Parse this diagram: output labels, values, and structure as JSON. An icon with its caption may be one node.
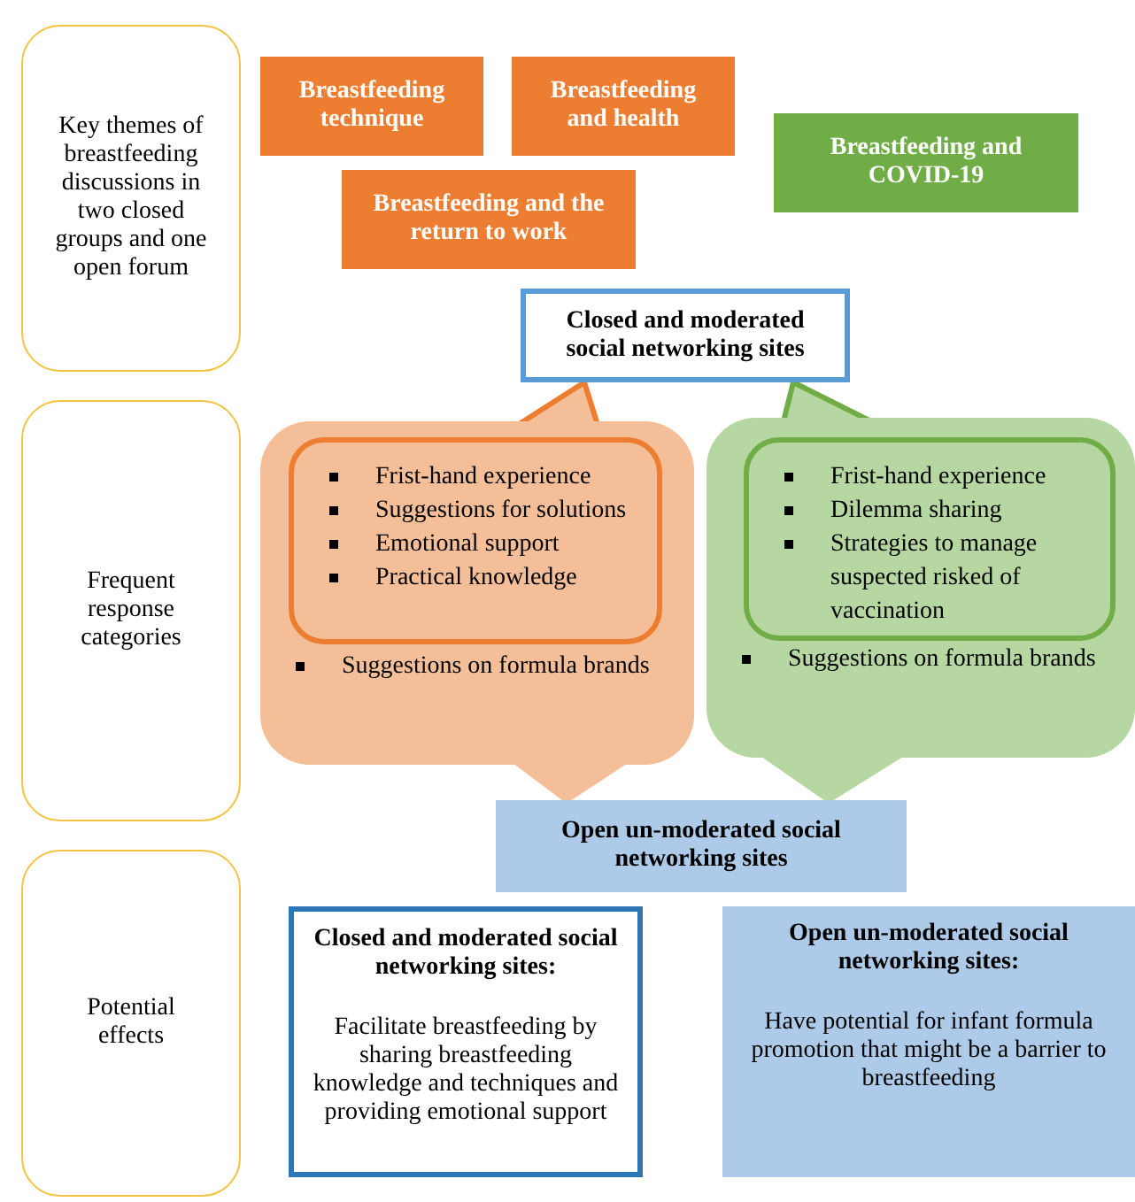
{
  "diagram": {
    "nodes": [
      {
        "text": [
          "Key themes of breastfeeding discussions in two closed groups and one open forum"
        ]
      },
      {
        "text": [
          "Breastfeeding technique"
        ]
      },
      {
        "text": [
          "Breastfeeding and health"
        ]
      },
      {
        "text": [
          "Breastfeeding and COVID-19"
        ]
      },
      {
        "text": [
          "Breastfeeding and the return to work"
        ]
      },
      {
        "text": [
          "Closed and moderated social networking sites"
        ]
      },
      {
        "text": [
          "Frequent response categories"
        ]
      },
      {
        "text": [
          "Suggestions on formula brands"
        ]
      },
      {
        "text": [
          "Frist-hand experience",
          "Suggestions for solutions",
          "Emotional support",
          "Practical knowledge"
        ],
        "in": 7
      },
      {
        "text": [
          "Suggestions on formula brands"
        ]
      },
      {
        "text": [
          "Frist-hand experience",
          "Dilemma sharing",
          "Strategies to manage suspected risked of vaccination"
        ],
        "in": 9
      },
      {
        "text": [
          "Open un-moderated social networking sites"
        ]
      },
      {
        "text": [
          "Potential effects"
        ]
      },
      {
        "text": [
          "Closed and moderated social networking sites:",
          "Facilitate breastfeeding by sharing breastfeeding knowledge and techniques and providing emotional support"
        ]
      },
      {
        "text": [
          "Open un-moderated social networking sites:",
          "Have potential for infant formula promotion that might be a barrier to breastfeeding"
        ]
      }
    ],
    "edges": [
      {
        "from": 8,
        "to": 5,
        "arrow": "none",
        "color": "#ed7d31"
      },
      {
        "from": 10,
        "to": 5,
        "arrow": "none",
        "color": "#70ad47"
      },
      {
        "from": 7,
        "to": 11,
        "arrow": "none",
        "color": "#f4bf98"
      },
      {
        "from": 9,
        "to": 11,
        "arrow": "none",
        "color": "#b6d7a2"
      }
    ]
  }
}
